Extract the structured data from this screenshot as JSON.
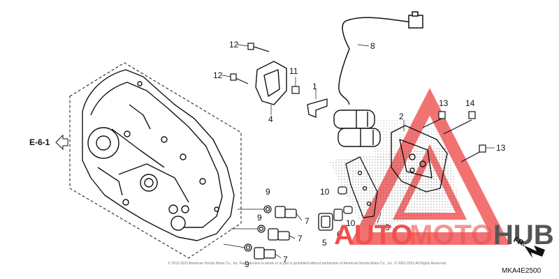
{
  "diagram": {
    "ref_label": "E-6-1",
    "front_label": "FR.",
    "diagram_code": "MKA4E2500",
    "copyright": "© 2012-2023 American Honda Motor Co., Inc. Reproduction in whole or in part is prohibited without permission of American Honda Motor Co., Inc. © 2002-2023 All Rights Reserved.",
    "watermark": {
      "part1": "AUTO",
      "part2": "MOTO",
      "part3": "HUB"
    },
    "colors": {
      "watermark_red": "#f05050",
      "watermark_gray": "#555555",
      "line": "#111111"
    },
    "callouts": {
      "p1": "1",
      "p2": "2",
      "p3": "3",
      "p4": "4",
      "p5": "5",
      "p6": "6",
      "p7a": "7",
      "p7b": "7",
      "p7c": "7",
      "p8": "8",
      "p9a": "9",
      "p9b": "9",
      "p9c": "9",
      "p10a": "10",
      "p10b": "10",
      "p11": "11",
      "p12a": "12",
      "p12b": "12",
      "p13a": "13",
      "p13b": "13",
      "p14": "14"
    }
  }
}
